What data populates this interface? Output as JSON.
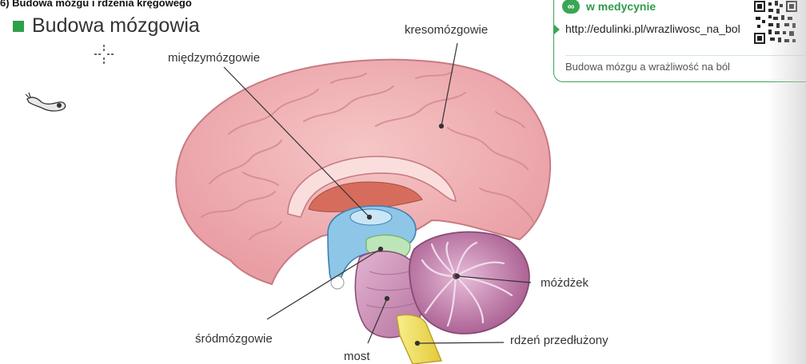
{
  "page": {
    "top_cut_text": "6) Budowa mózgu i rdzenia kręgowego",
    "title": "Budowa mózgowia"
  },
  "labels": {
    "kresomozgowie": "kresomózgowie",
    "miedzymozgowie": "międzymózgowie",
    "mozdzek": "móżdżek",
    "srodmozgowie": "śródmózgowie",
    "most": "most",
    "rdzen": "rdzeń przedłużony"
  },
  "infobox": {
    "category": "w medycynie",
    "link": "http://edulinki.pl/wrazliwosc_na_bol",
    "description": "Budowa mózgu a wrażliwość na ból"
  },
  "colors": {
    "accent_green": "#2fa04a",
    "cortex_pink": "#efb0b3",
    "diencephalon_blue": "#8ec6e8",
    "pons_purple": "#c58bb3",
    "cerebellum_purple": "#b7709f",
    "medulla_yellow": "#f2e15a"
  }
}
